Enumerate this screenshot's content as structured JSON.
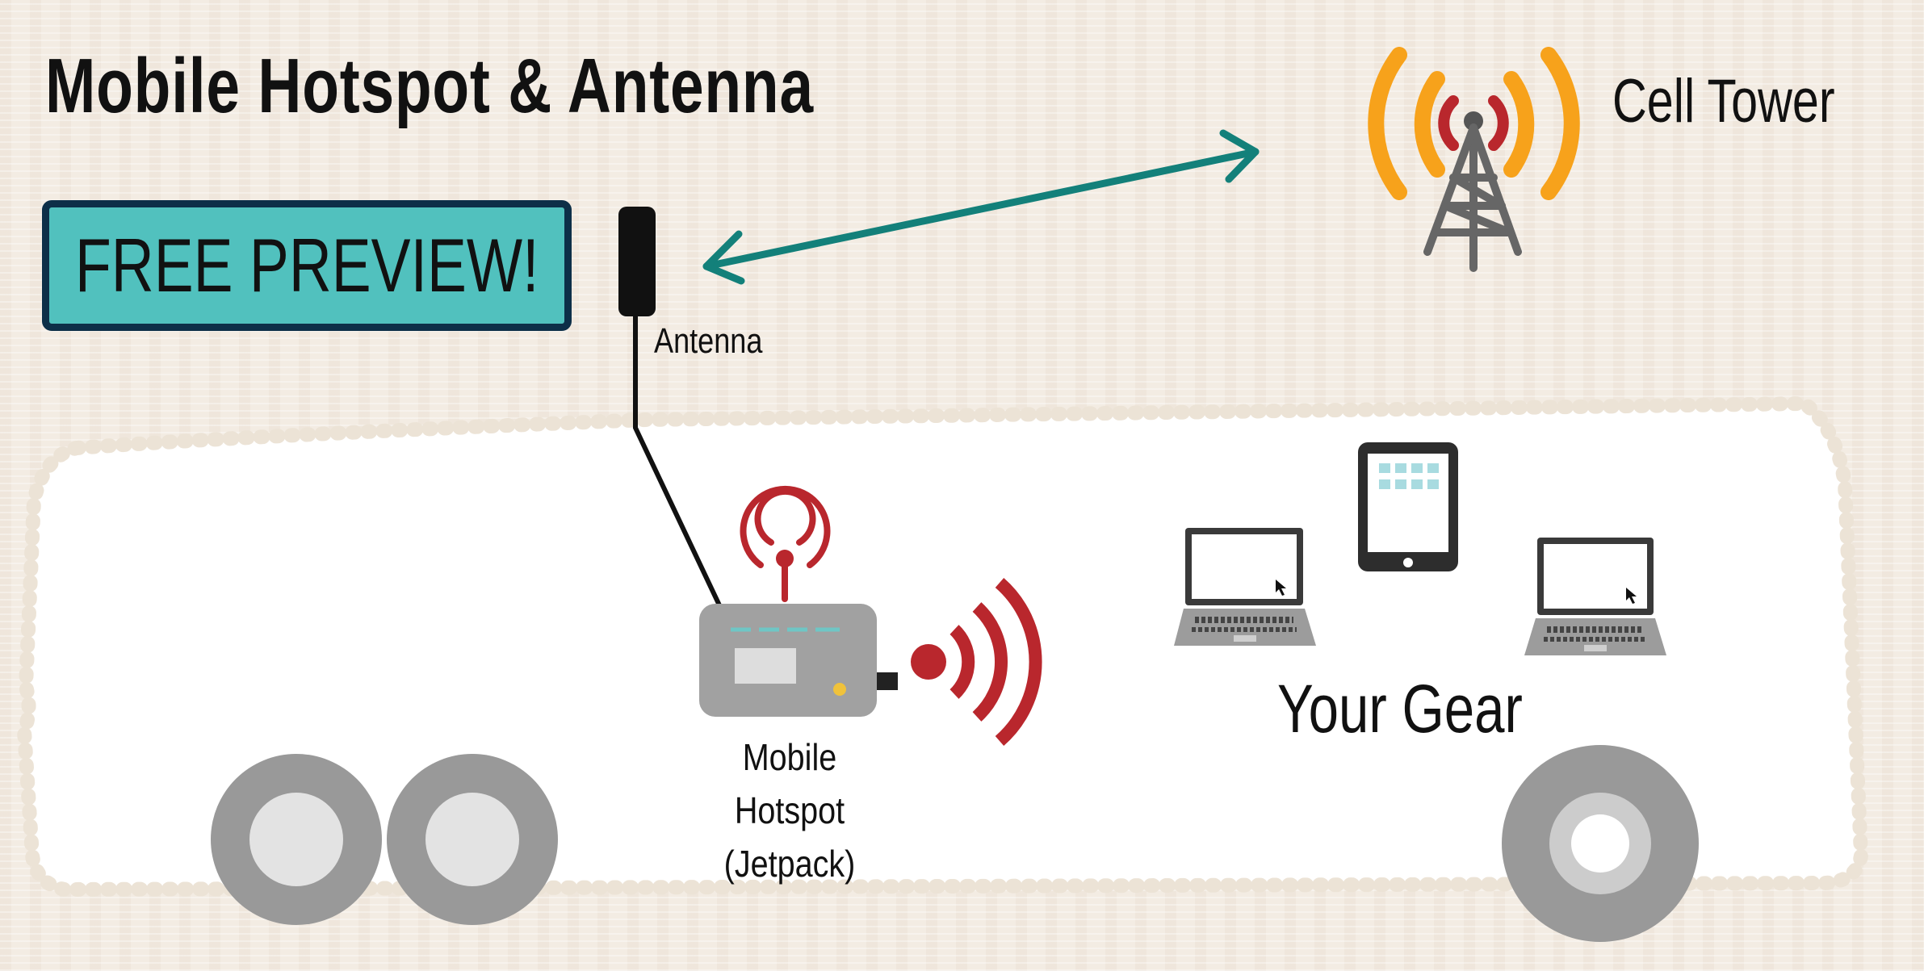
{
  "title": "Mobile Hotspot & Antenna",
  "preview_button": "FREE PREVIEW!",
  "labels": {
    "cell_tower": "Cell Tower",
    "antenna": "Antenna",
    "hotspot": "Mobile Hotspot\n(Jetpack)",
    "gear": "Your Gear"
  },
  "icons": [
    "cell-tower-icon",
    "antenna-icon",
    "mobile-hotspot-icon",
    "wifi-signal-icon",
    "laptop-icon",
    "tablet-icon",
    "wheel-icon"
  ],
  "colors": {
    "background": "#f3ece3",
    "button_fill": "#51c1be",
    "button_border": "#0d2f48",
    "arrow": "#13807a",
    "signal_red": "#b9272d",
    "tower_orange": "#f7a21b",
    "wheel_gray": "#999999"
  }
}
